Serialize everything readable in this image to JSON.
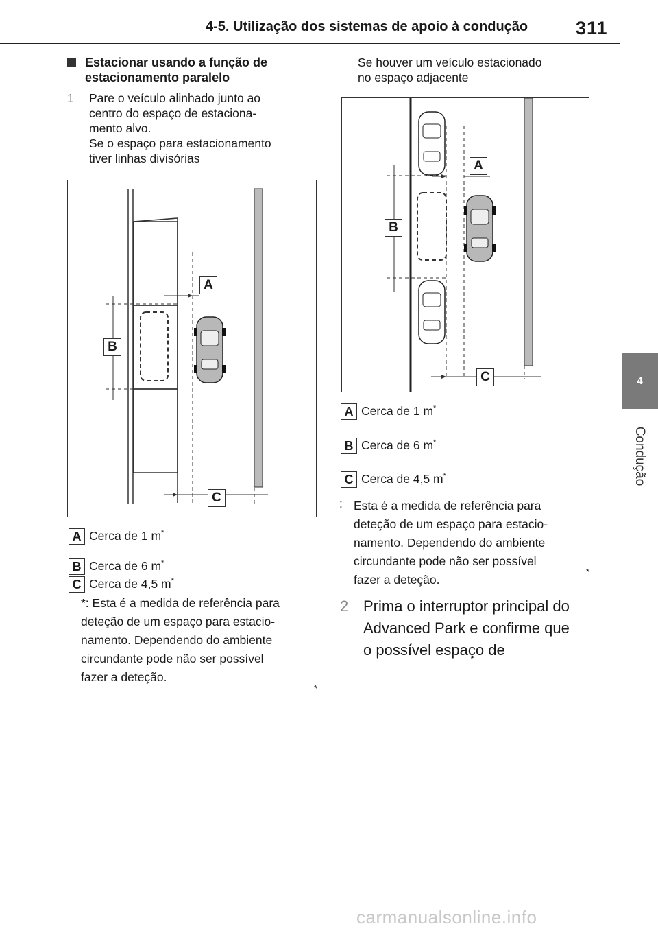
{
  "header": {
    "title": "4-5. Utilização dos sistemas de apoio à condução",
    "page_number": "311"
  },
  "side_tab": {
    "number": "4",
    "label": "Condução"
  },
  "section": {
    "title": "Estacionar usando a função de estacionamento paralelo",
    "step1": {
      "number": "1",
      "text": "Pare o veículo alinhado junto ao\ncentro do espaço de estaciona-\nmento alvo.\nSe o espaço para estacionamento\ntiver linhas divisórias"
    }
  },
  "diagram_labels": {
    "a": "A",
    "b": "B",
    "c": "C"
  },
  "left_keys": [
    {
      "letter": "A",
      "text": "Cerca de 1 m"
    },
    {
      "letter": "B",
      "text": "Cerca de 6 m"
    },
    {
      "letter": "C",
      "text": "Cerca de 4,5 m"
    }
  ],
  "left_note": "*: Esta é a medida de referência para\ndeteção de um espaço para estacio-\nnamento. Dependendo do ambiente\ncircundante pode não ser possível\nfazer a deteção.",
  "asterisk": "*",
  "right_intro": "Se houver um veículo estacionado\nno espaço adjacente",
  "right_keys": [
    {
      "letter": "A",
      "text": "Cerca de 1 m"
    },
    {
      "letter": "B",
      "text": "Cerca de 6 m"
    },
    {
      "letter": "C",
      "text": "Cerca de 4,5 m"
    }
  ],
  "right_note_prefix": ":",
  "right_note": "Esta é a medida de referência para\ndeteção de um espaço para estacio-\nnamento. Dependendo do ambiente\ncircundante pode não ser possível\nfazer a deteção.",
  "step2": {
    "number": "2",
    "text": "Prima o interruptor principal do\nAdvanced Park e confirme que\no possível espaço de"
  },
  "watermark": "carmanualsonline.info"
}
